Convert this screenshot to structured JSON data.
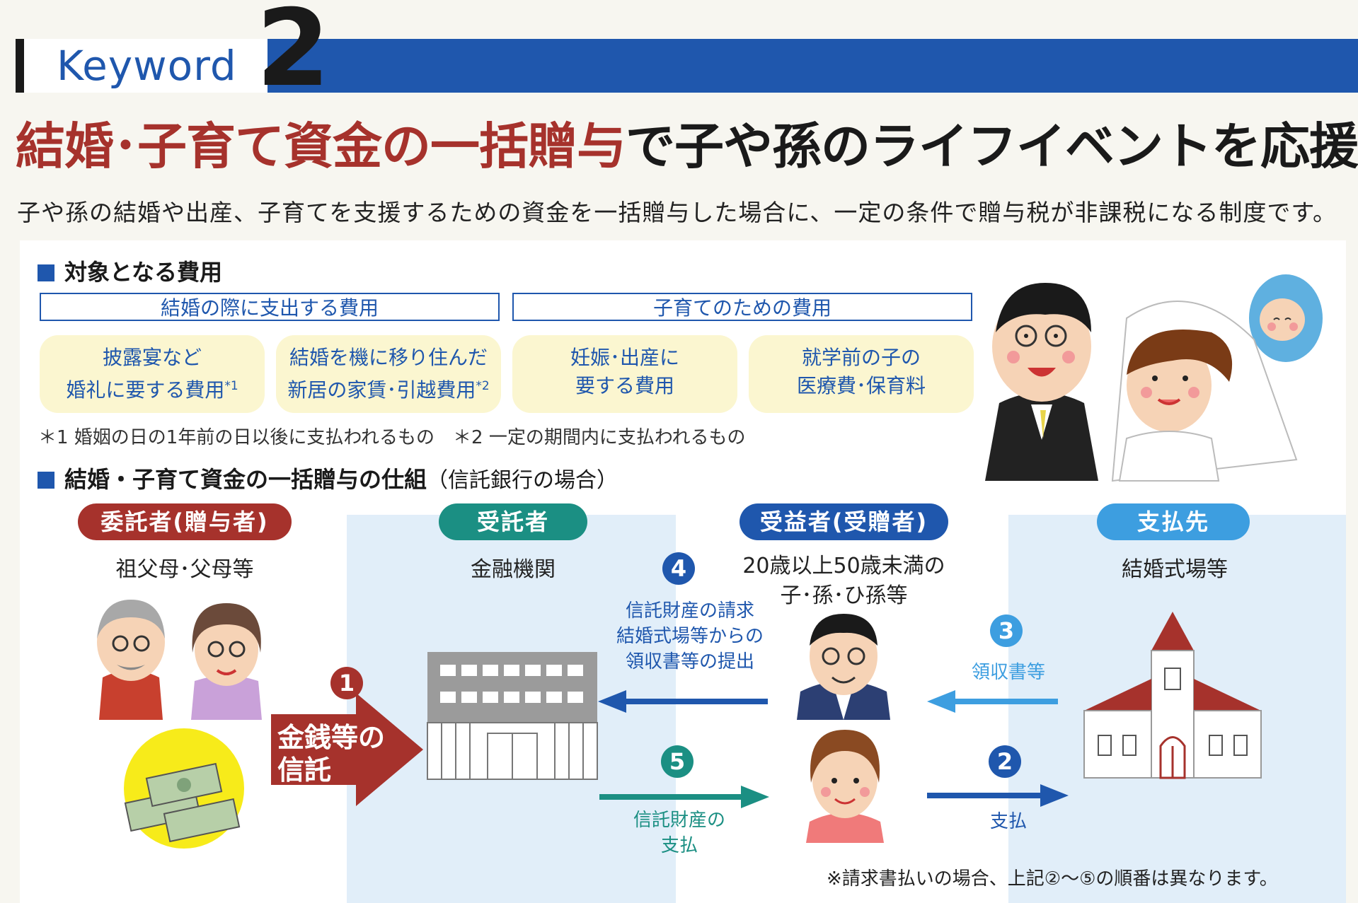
{
  "keyword": {
    "label": "Keyword",
    "number": "2"
  },
  "headline": {
    "highlight": "結婚･子育て資金の一括贈与",
    "rest": "で子や孫のライフイベントを応援"
  },
  "subtitle": "子や孫の結婚や出産、子育てを支援するための資金を一括贈与した場合に、一定の条件で贈与税が非課税になる制度です。",
  "section_costs": {
    "heading": "対象となる費用",
    "categories": [
      "結婚の際に支出する費用",
      "子育てのための費用"
    ],
    "items": [
      {
        "line1": "披露宴など",
        "line2": "婚礼に要する費用",
        "mark": "*1"
      },
      {
        "line1": "結婚を機に移り住んだ",
        "line2": "新居の家賃･引越費用",
        "mark": "*2"
      },
      {
        "line1": "妊娠･出産に",
        "line2": "要する費用",
        "mark": ""
      },
      {
        "line1": "就学前の子の",
        "line2": "医療費･保育料",
        "mark": ""
      }
    ],
    "notes": "＊1 婚姻の日の1年前の日以後に支払われるもの　＊2 一定の期間内に支払われるもの"
  },
  "section_scheme": {
    "heading": "結婚・子育て資金の一括贈与の仕組",
    "heading_paren": "（信託銀行の場合）"
  },
  "roles": {
    "grantor": {
      "label": "委託者(贈与者)",
      "sub": "祖父母･父母等"
    },
    "trustee": {
      "label": "受託者",
      "sub": "金融機関"
    },
    "beneficiary": {
      "label": "受益者(受贈者)",
      "sub1": "20歳以上50歳未満の",
      "sub2": "子･孫･ひ孫等"
    },
    "payee": {
      "label": "支払先",
      "sub": "結婚式場等"
    }
  },
  "steps": {
    "s1": {
      "num": "1",
      "line1": "金銭等の",
      "line2": "信託"
    },
    "s2": {
      "num": "2",
      "text": "支払"
    },
    "s3": {
      "num": "3",
      "text": "領収書等"
    },
    "s4": {
      "num": "4",
      "line1": "信託財産の請求",
      "line2": "結婚式場等からの",
      "line3": "領収書等の提出"
    },
    "s5": {
      "num": "5",
      "line1": "信託財産の",
      "line2": "支払"
    }
  },
  "footnote": "※請求書払いの場合、上記②～⑤の順番は異なります。",
  "colors": {
    "brand_blue": "#1f57ad",
    "accent_red": "#a6322c",
    "teal": "#1b8f83",
    "light_blue": "#3d9ee0",
    "cream": "#fbf6d0",
    "shade": "#e1eef9"
  },
  "icons": [
    "wedding-couple-illustration",
    "baby-illustration",
    "grandparents-illustration",
    "money-bundle-illustration",
    "bank-building-illustration",
    "man-avatar-illustration",
    "woman-avatar-illustration",
    "church-illustration"
  ]
}
